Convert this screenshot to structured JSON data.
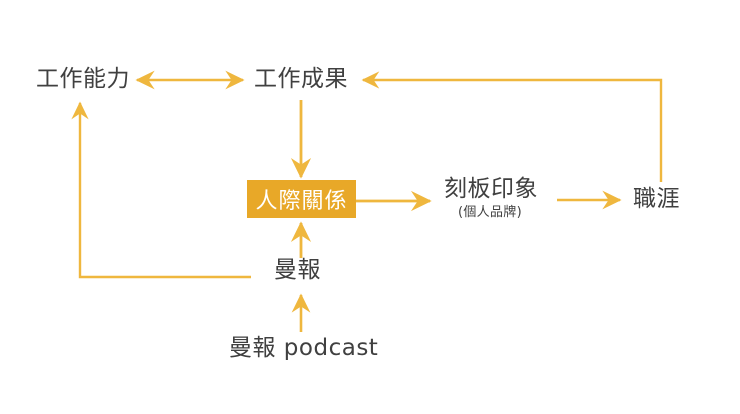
{
  "diagram": {
    "title": "",
    "background_color": "#ffffff",
    "accent_color": "#EFB73E",
    "highlight_fill": "#E8A828",
    "highlight_text_color": "#ffffff",
    "text_color": "#404040",
    "nodes": [
      {
        "id": "work_ability",
        "label": "工作能力",
        "sublabel": "",
        "style": "plain"
      },
      {
        "id": "work_results",
        "label": "工作成果",
        "sublabel": "",
        "style": "plain"
      },
      {
        "id": "relationships",
        "label": "人際關係",
        "sublabel": "",
        "style": "highlight"
      },
      {
        "id": "stereotype",
        "label": "刻板印象",
        "sublabel": "(個人品牌)",
        "style": "plain"
      },
      {
        "id": "career",
        "label": "職涯",
        "sublabel": "",
        "style": "plain"
      },
      {
        "id": "manbao",
        "label": "曼報",
        "sublabel": "",
        "style": "plain"
      },
      {
        "id": "manbao_podcast",
        "label": "曼報 podcast",
        "sublabel": "",
        "style": "plain"
      }
    ],
    "edges": [
      {
        "id": "edge-ability-results",
        "from": "work_ability",
        "to": "work_results",
        "kind": "bidirectional"
      },
      {
        "id": "edge-results-relations",
        "from": "work_results",
        "to": "relationships",
        "kind": "arrow-down"
      },
      {
        "id": "edge-relations-stereotype",
        "from": "relationships",
        "to": "stereotype",
        "kind": "arrow-right"
      },
      {
        "id": "edge-stereotype-career",
        "from": "stereotype",
        "to": "career",
        "kind": "arrow-right"
      },
      {
        "id": "edge-career-results",
        "from": "career",
        "to": "work_results",
        "kind": "elbow-arrow"
      },
      {
        "id": "edge-manbao-relations",
        "from": "manbao",
        "to": "relationships",
        "kind": "arrow-up"
      },
      {
        "id": "edge-manbao-ability",
        "from": "manbao",
        "to": "work_ability",
        "kind": "elbow-arrow"
      },
      {
        "id": "edge-podcast-manbao",
        "from": "manbao_podcast",
        "to": "manbao",
        "kind": "arrow-up"
      }
    ]
  }
}
